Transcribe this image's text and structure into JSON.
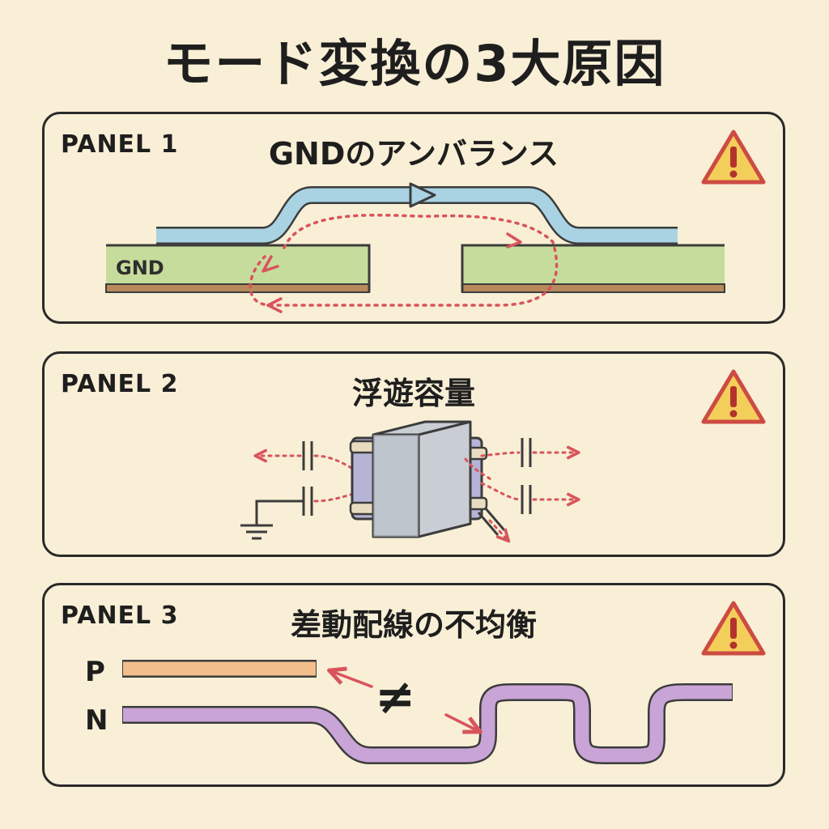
{
  "title": "モード変換の3大原因",
  "panels": [
    {
      "label": "PANEL 1",
      "heading": "GNDのアンバランス",
      "icon": "warning-icon",
      "plane_label": "GND"
    },
    {
      "label": "PANEL 2",
      "heading": "浮遊容量",
      "icon": "warning-icon"
    },
    {
      "label": "PANEL 3",
      "heading": "差動配線の不均衡",
      "icon": "warning-icon",
      "p_label": "P",
      "n_label": "N",
      "not_equal": "≠"
    }
  ],
  "colors": {
    "background": "#f8efd6",
    "signal_blue": "#a9d3e3",
    "gnd_green": "#c6dc9c",
    "gnd_brown": "#b8895a",
    "return_red": "#d8545c",
    "warn_fill": "#f4ce5a",
    "warn_border": "#cd4b42",
    "p_trace": "#f2bf8c",
    "n_trace": "#c9a4d6",
    "transformer": "#b9c0c6"
  }
}
